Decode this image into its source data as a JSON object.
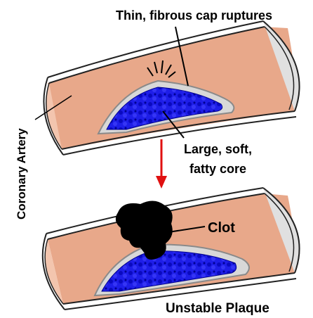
{
  "labels": {
    "cap_ruptures": "Thin, fibrous cap ruptures",
    "core_line1": "Large, soft,",
    "core_line2": "fatty core",
    "artery": "Coronary Artery",
    "clot": "Clot",
    "caption": "Unstable Plaque"
  },
  "colors": {
    "artery_wall": "#E8A88A",
    "plaque_core": "#1E1EE8",
    "plaque_outline": "#8A8A8A",
    "fibrous_cap": "#D8D8D8",
    "clot": "#000000",
    "arrow": "#E01010",
    "outline": "#222222"
  },
  "icons": {
    "progression_arrow": "arrow-down-icon",
    "rupture_burst": "burst-icon"
  }
}
